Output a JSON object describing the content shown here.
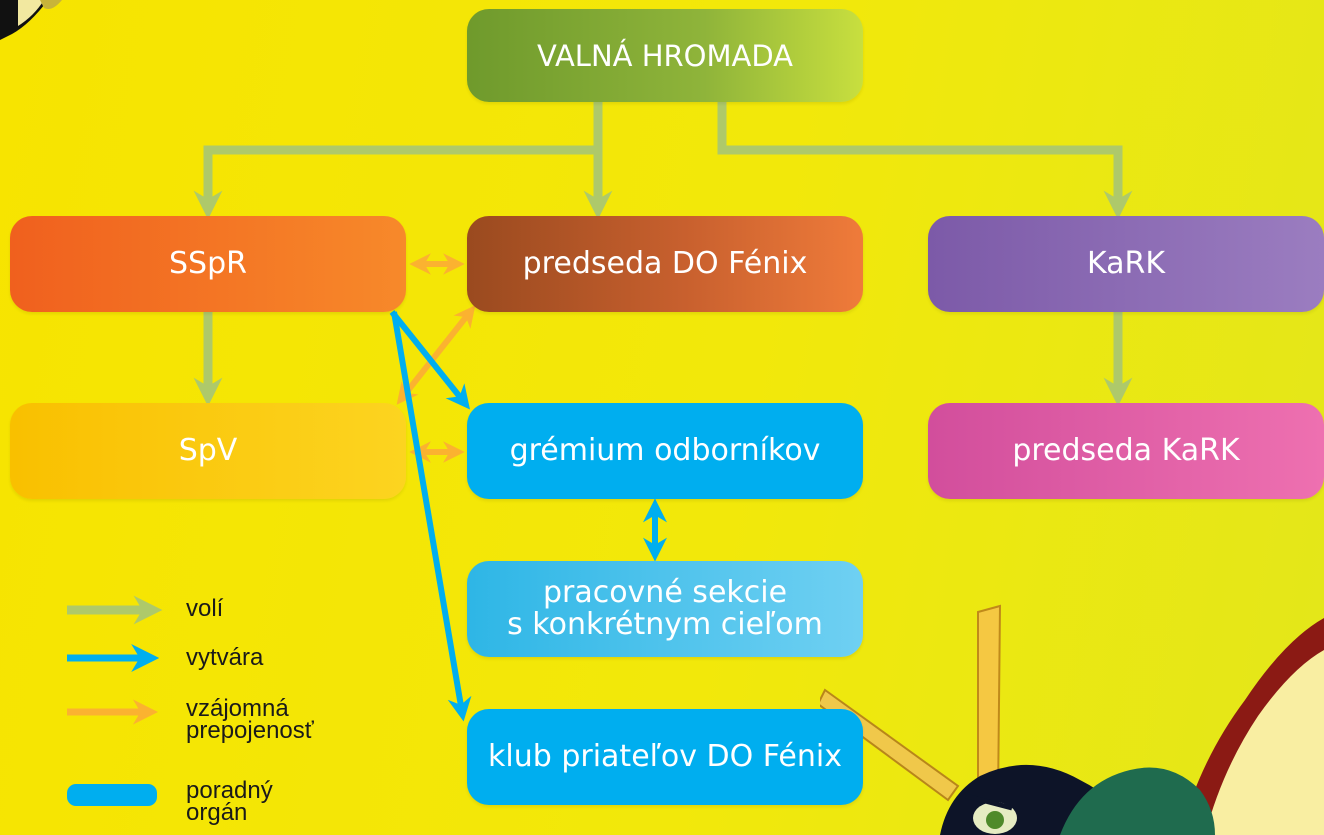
{
  "nodes": {
    "valna_hromada": "VALNÁ HROMADA",
    "sspr": "SSpR",
    "predseda_do_fenix": "predseda DO Fénix",
    "kark": "KaRK",
    "spv": "SpV",
    "gremium": "grémium odborníkov",
    "predseda_kark": "predseda KaRK",
    "sekcie_line1": "pracovné sekcie",
    "sekcie_line2": "s konkrétnym cieľom",
    "klub": "klub priateľov DO Fénix"
  },
  "legend": {
    "voli": "volí",
    "vytvara": "vytvára",
    "vzajomna_line1": "vzájomná",
    "vzajomna_line2": "prepojenosť",
    "poradny_line1": "poradný",
    "poradny_line2": "orgán"
  },
  "colors": {
    "voli_arrow": "#aec96a",
    "vytvara_arrow": "#00aeef",
    "vzajomna_arrow": "#fbb230",
    "poradny_organ": "#00aeef",
    "background": "#f5e600"
  },
  "decorations": [
    "hand-drawn-bird-top-left",
    "hand-drawn-bird-bottom-right"
  ]
}
